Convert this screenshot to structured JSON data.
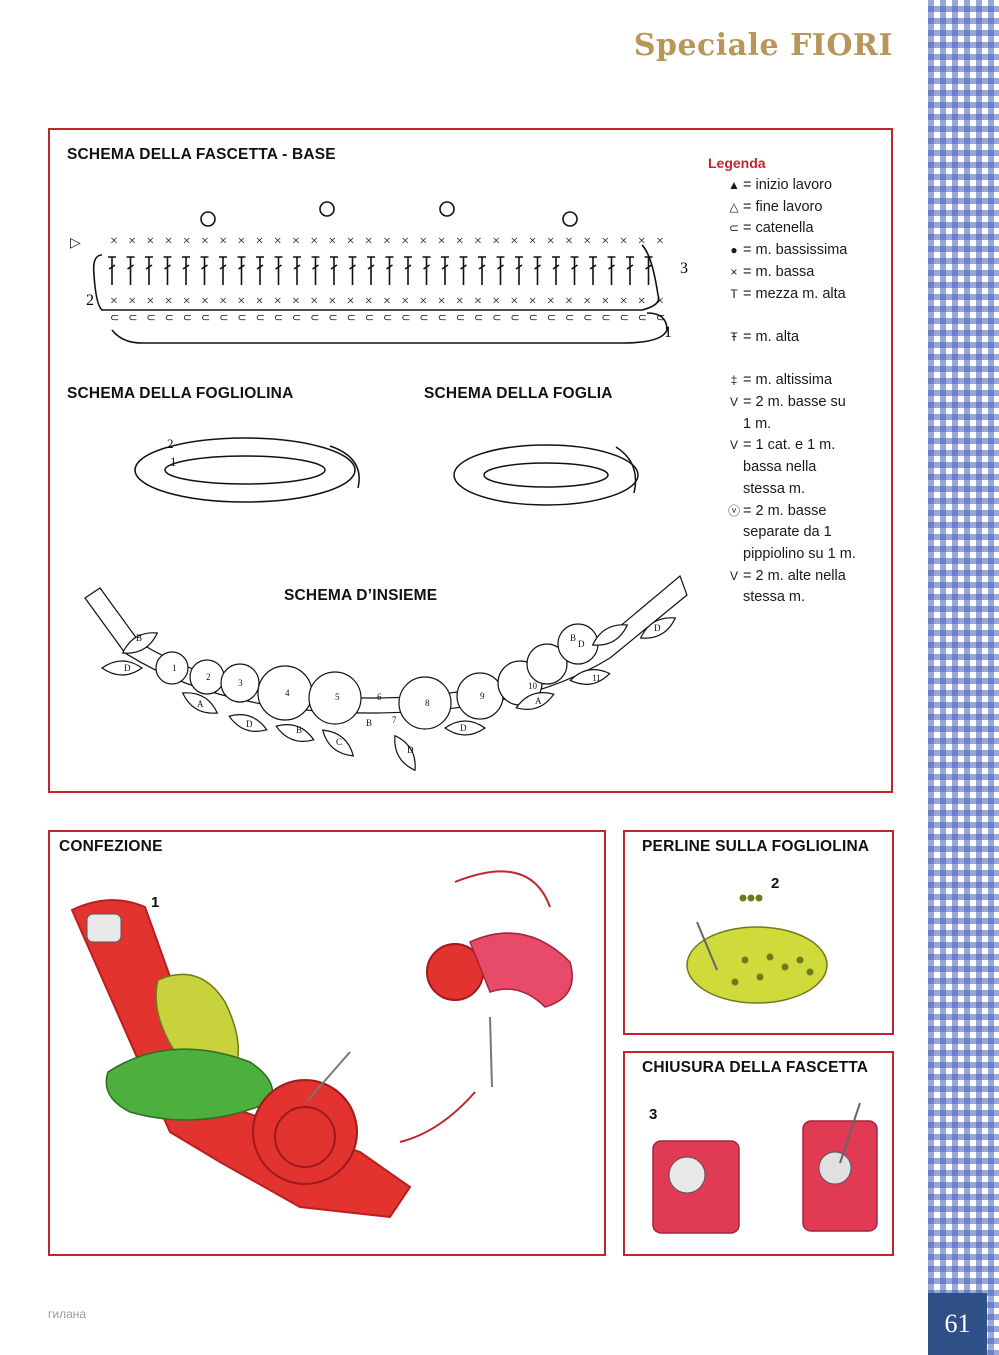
{
  "header": {
    "title": "Speciale FIORI"
  },
  "page_number": "61",
  "footer": {
    "watermark": "гилана"
  },
  "diagram_box": {
    "fascetta_title": "SCHEMA DELLA FASCETTA - BASE",
    "fogliolina_title": "SCHEMA DELLA FOGLIOLINA",
    "foglia_title": "SCHEMA DELLA FOGLIA",
    "insieme_title": "SCHEMA D’INSIEME",
    "fascetta_row_numbers": [
      "1",
      "2",
      "3"
    ],
    "fogliolina_row_numbers": [
      "1",
      "2"
    ],
    "insieme_labels": [
      "B",
      "D",
      "1",
      "2",
      "3",
      "A",
      "4",
      "D",
      "B",
      "5",
      "C",
      "6",
      "B",
      "7",
      "8",
      "D",
      "9",
      "D",
      "A",
      "10",
      "D",
      "11",
      "B",
      "D"
    ]
  },
  "legend": {
    "title": "Legenda",
    "items": [
      {
        "symbol": "▲",
        "text": "= inizio lavoro"
      },
      {
        "symbol": "△",
        "text": "= fine lavoro"
      },
      {
        "symbol": "⊂",
        "text": "= catenella"
      },
      {
        "symbol": "●",
        "text": "= m. bassissima"
      },
      {
        "symbol": "×",
        "text": "= m. bassa"
      },
      {
        "symbol": "T",
        "text": "= mezza m. alta"
      },
      {
        "symbol": "",
        "text": ""
      },
      {
        "symbol": "Ŧ",
        "text": "= m. alta"
      },
      {
        "symbol": "",
        "text": ""
      },
      {
        "symbol": "‡",
        "text": "= m. altissima"
      },
      {
        "symbol": "V",
        "text": "= 2 m. basse su\n1 m."
      },
      {
        "symbol": "V",
        "text": "= 1 cat. e 1 m.\nbassa nella\nstessa m."
      },
      {
        "symbol": "ⓥ",
        "text": "= 2 m. basse\nseparate da 1\npippiolino su 1 m."
      },
      {
        "symbol": "V",
        "text": "= 2 m. alte nella\nstessa m."
      }
    ]
  },
  "confezione": {
    "title": "CONFEZIONE",
    "step": "1"
  },
  "perline": {
    "title": "PERLINE SULLA FOGLIOLINA",
    "step": "2"
  },
  "chiusura": {
    "title": "CHIUSURA DELLA FASCETTA",
    "step": "3"
  },
  "colors": {
    "frame_red": "#c0272d",
    "title_gold": "#b89558",
    "gingham_blue": "#465fbe",
    "page_box": "#2f4f87"
  }
}
